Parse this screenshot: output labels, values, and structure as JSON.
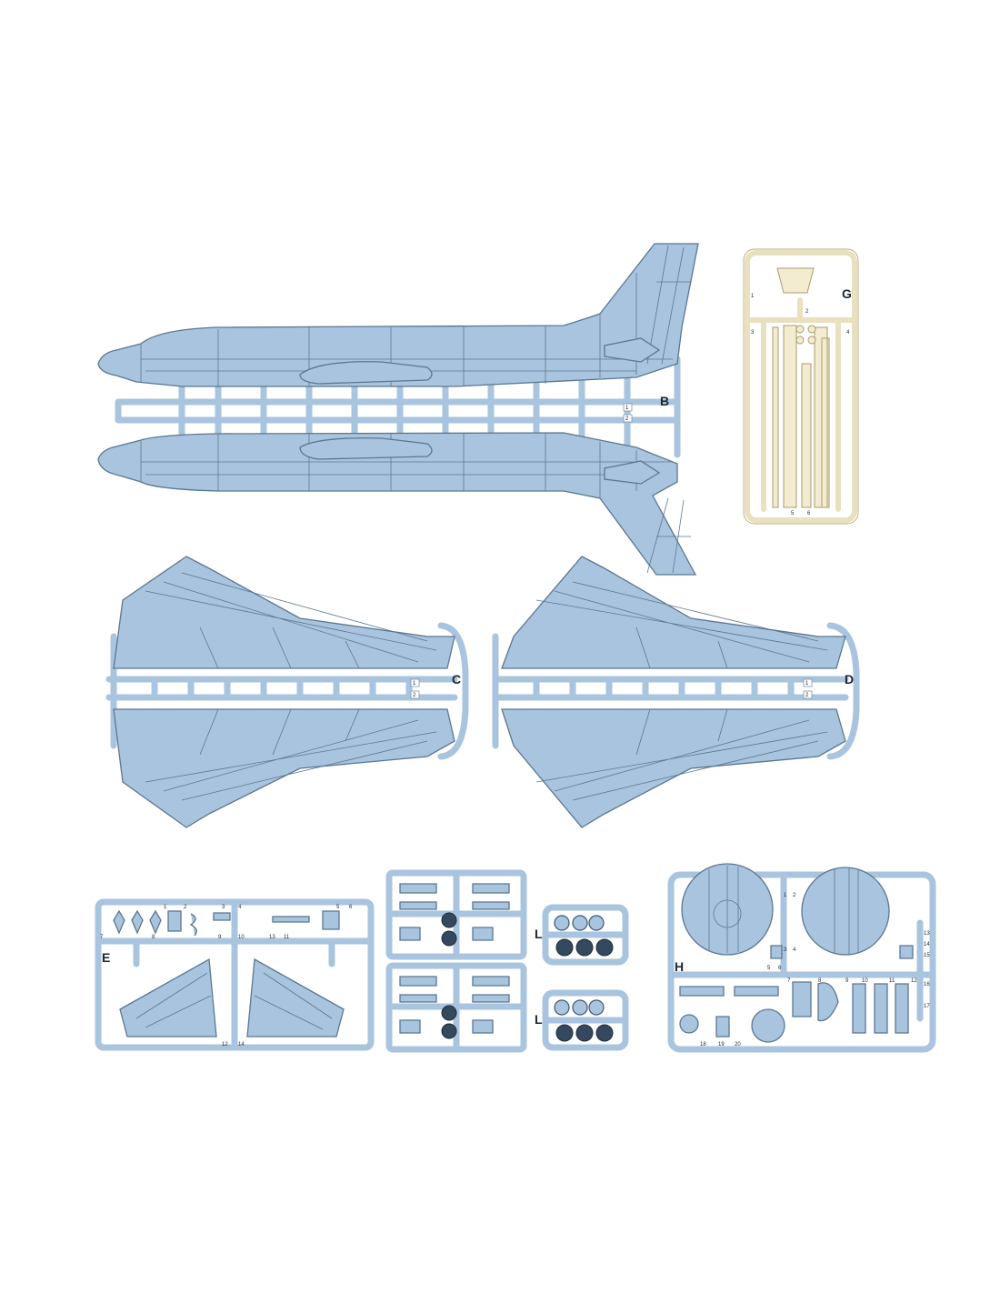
{
  "sprues": {
    "B": {
      "letter": "B",
      "numbers": [
        "1",
        "2"
      ]
    },
    "G": {
      "letter": "G",
      "numbers": [
        "1",
        "2",
        "3",
        "4",
        "5",
        "6"
      ]
    },
    "C": {
      "letter": "C",
      "numbers": [
        "1",
        "2"
      ]
    },
    "D": {
      "letter": "D",
      "numbers": [
        "1",
        "2"
      ]
    },
    "E": {
      "letter": "E",
      "numbers": [
        "1",
        "2",
        "3",
        "4",
        "5",
        "6",
        "7",
        "8",
        "9",
        "10",
        "11",
        "12",
        "13",
        "14"
      ]
    },
    "L_upper": {
      "letter": "L"
    },
    "L_lower": {
      "letter": "L"
    },
    "H": {
      "letter": "H",
      "numbers": [
        "1",
        "2",
        "3",
        "4",
        "5",
        "6",
        "7",
        "8",
        "9",
        "10",
        "11",
        "12",
        "13",
        "14",
        "15",
        "16",
        "17",
        "18",
        "19",
        "20"
      ]
    }
  },
  "colors": {
    "plastic": "#a9c4de",
    "clear_parts": "#f3ecd1",
    "outline": "#5b7790",
    "label_text": "#1b2733"
  }
}
